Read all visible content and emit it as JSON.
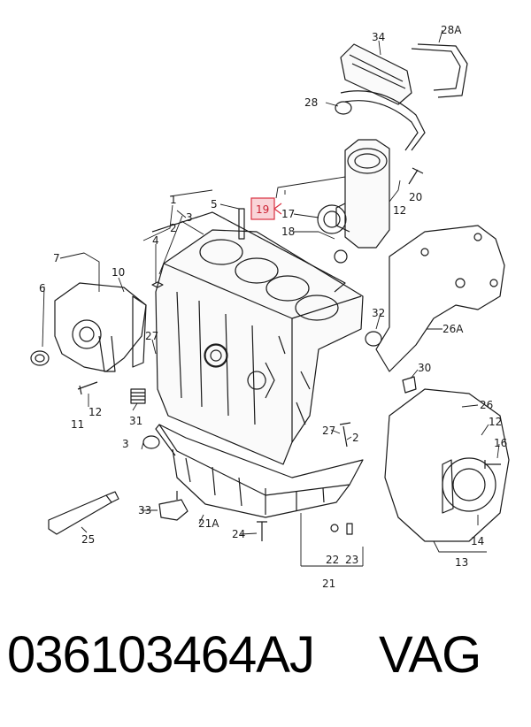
{
  "callouts": {
    "c1": "1",
    "c2a": "2",
    "c3a": "3",
    "c4": "4",
    "c5": "5",
    "c6": "6",
    "c7": "7",
    "c10": "10",
    "c11": "11",
    "c12a": "12",
    "c12b": "12",
    "c12c": "12",
    "c13": "13",
    "c14": "14",
    "c16": "16",
    "c17": "17",
    "c18": "18",
    "c19": "19",
    "c20": "20",
    "c21": "21",
    "c21a": "21A",
    "c22": "22",
    "c23": "23",
    "c24": "24",
    "c25": "25",
    "c26": "26",
    "c26a": "26A",
    "c27a": "27",
    "c27b": "27",
    "c28": "28",
    "c28a": "28A",
    "c2b": "2",
    "c3b": "3",
    "c30": "30",
    "c31": "31",
    "c32": "32",
    "c33": "33",
    "c34": "34"
  },
  "highlight": {
    "color": "#d93040",
    "fill": "#f9d4d8"
  },
  "footer": {
    "part_number": "036103464AJ",
    "brand": "VAG"
  }
}
